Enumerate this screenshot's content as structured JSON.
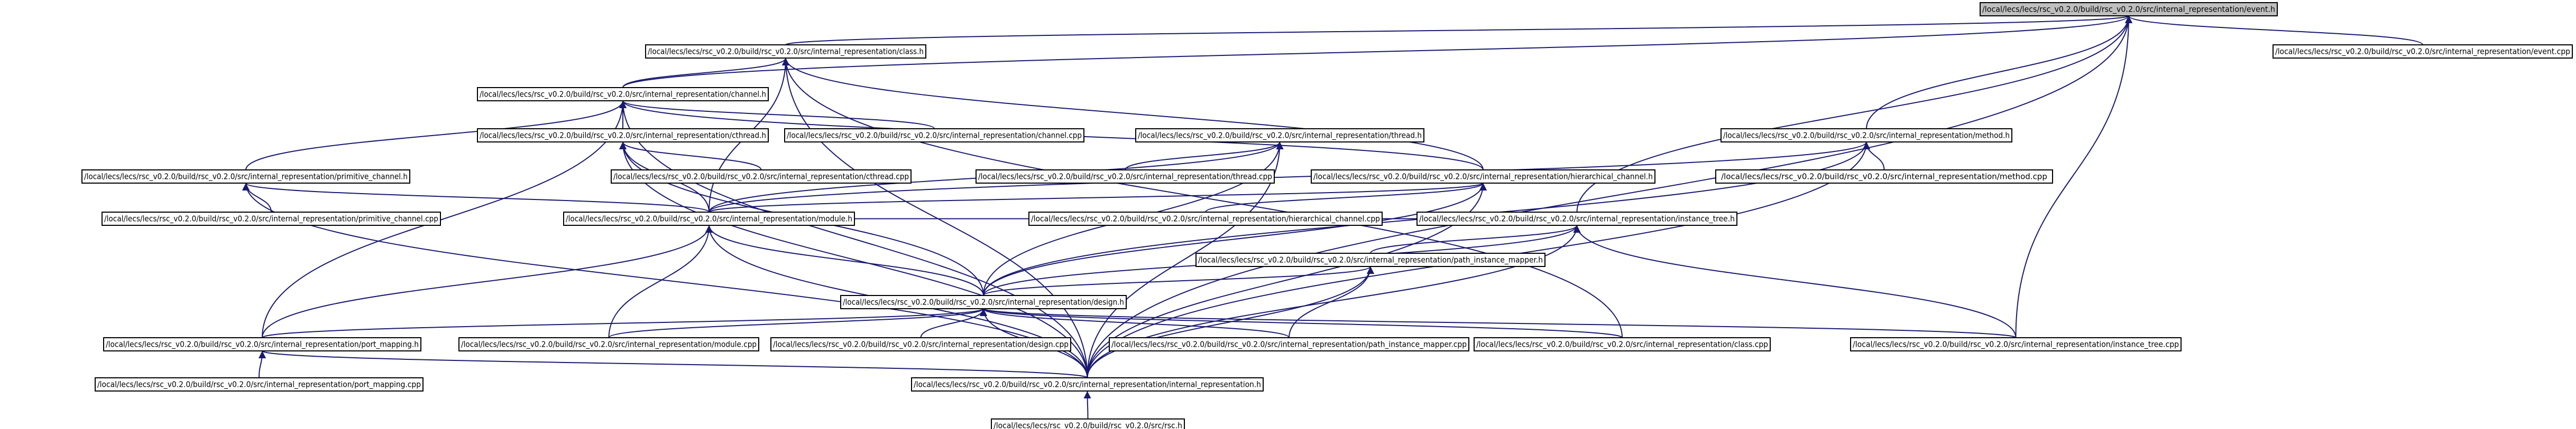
{
  "graph": {
    "nodes": [
      {
        "id": "event_h",
        "label": "/local/lecs/lecs/rsc_v0.2.0/build/rsc_v0.2.0/src/internal_representation/event.h",
        "highlight": true
      },
      {
        "id": "class_h",
        "label": "/local/lecs/lecs/rsc_v0.2.0/build/rsc_v0.2.0/src/internal_representation/class.h"
      },
      {
        "id": "event_cpp",
        "label": "/local/lecs/lecs/rsc_v0.2.0/build/rsc_v0.2.0/src/internal_representation/event.cpp"
      },
      {
        "id": "channel_h",
        "label": "/local/lecs/lecs/rsc_v0.2.0/build/rsc_v0.2.0/src/internal_representation/channel.h"
      },
      {
        "id": "cthread_h",
        "label": "/local/lecs/lecs/rsc_v0.2.0/build/rsc_v0.2.0/src/internal_representation/cthread.h"
      },
      {
        "id": "channel_cpp",
        "label": "/local/lecs/lecs/rsc_v0.2.0/build/rsc_v0.2.0/src/internal_representation/channel.cpp"
      },
      {
        "id": "thread_h",
        "label": "/local/lecs/lecs/rsc_v0.2.0/build/rsc_v0.2.0/src/internal_representation/thread.h"
      },
      {
        "id": "method_h",
        "label": "/local/lecs/lecs/rsc_v0.2.0/build/rsc_v0.2.0/src/internal_representation/method.h"
      },
      {
        "id": "primitive_channel_h",
        "label": "/local/lecs/lecs/rsc_v0.2.0/build/rsc_v0.2.0/src/internal_representation/primitive_channel.h"
      },
      {
        "id": "cthread_cpp",
        "label": "/local/lecs/lecs/rsc_v0.2.0/build/rsc_v0.2.0/src/internal_representation/cthread.cpp"
      },
      {
        "id": "thread_cpp",
        "label": "/local/lecs/lecs/rsc_v0.2.0/build/rsc_v0.2.0/src/internal_representation/thread.cpp"
      },
      {
        "id": "hierarchical_channel_h",
        "label": "/local/lecs/lecs/rsc_v0.2.0/build/rsc_v0.2.0/src/internal_representation/hierarchical_channel.h"
      },
      {
        "id": "method_cpp",
        "label": "/local/lecs/lecs/rsc_v0.2.0/build/rsc_v0.2.0/src/internal_representation/method.cpp"
      },
      {
        "id": "primitive_channel_cpp",
        "label": "/local/lecs/lecs/rsc_v0.2.0/build/rsc_v0.2.0/src/internal_representation/primitive_channel.cpp"
      },
      {
        "id": "module_h",
        "label": "/local/lecs/lecs/rsc_v0.2.0/build/rsc_v0.2.0/src/internal_representation/module.h"
      },
      {
        "id": "hierarchical_channel_cpp",
        "label": "/local/lecs/lecs/rsc_v0.2.0/build/rsc_v0.2.0/src/internal_representation/hierarchical_channel.cpp"
      },
      {
        "id": "instance_tree_h",
        "label": "/local/lecs/lecs/rsc_v0.2.0/build/rsc_v0.2.0/src/internal_representation/instance_tree.h"
      },
      {
        "id": "path_instance_mapper_h",
        "label": "/local/lecs/lecs/rsc_v0.2.0/build/rsc_v0.2.0/src/internal_representation/path_instance_mapper.h"
      },
      {
        "id": "design_h",
        "label": "/local/lecs/lecs/rsc_v0.2.0/build/rsc_v0.2.0/src/internal_representation/design.h"
      },
      {
        "id": "port_mapping_h",
        "label": "/local/lecs/lecs/rsc_v0.2.0/build/rsc_v0.2.0/src/internal_representation/port_mapping.h"
      },
      {
        "id": "module_cpp",
        "label": "/local/lecs/lecs/rsc_v0.2.0/build/rsc_v0.2.0/src/internal_representation/module.cpp"
      },
      {
        "id": "design_cpp",
        "label": "/local/lecs/lecs/rsc_v0.2.0/build/rsc_v0.2.0/src/internal_representation/design.cpp"
      },
      {
        "id": "path_instance_mapper_cpp",
        "label": "/local/lecs/lecs/rsc_v0.2.0/build/rsc_v0.2.0/src/internal_representation/path_instance_mapper.cpp"
      },
      {
        "id": "class_cpp",
        "label": "/local/lecs/lecs/rsc_v0.2.0/build/rsc_v0.2.0/src/internal_representation/class.cpp"
      },
      {
        "id": "instance_tree_cpp",
        "label": "/local/lecs/lecs/rsc_v0.2.0/build/rsc_v0.2.0/src/internal_representation/instance_tree.cpp"
      },
      {
        "id": "port_mapping_cpp",
        "label": "/local/lecs/lecs/rsc_v0.2.0/build/rsc_v0.2.0/src/internal_representation/port_mapping.cpp"
      },
      {
        "id": "internal_representation_h",
        "label": "/local/lecs/lecs/rsc_v0.2.0/build/rsc_v0.2.0/src/internal_representation/internal_representation.h"
      },
      {
        "id": "rsc_h",
        "label": "/local/lecs/lecs/rsc_v0.2.0/build/rsc_v0.2.0/src/rsc.h"
      }
    ],
    "edges": [
      [
        "class_h",
        "event_h"
      ],
      [
        "event_cpp",
        "event_h"
      ],
      [
        "channel_h",
        "event_h"
      ],
      [
        "method_h",
        "event_h"
      ],
      [
        "instance_tree_h",
        "event_h"
      ],
      [
        "internal_representation_h",
        "event_h"
      ],
      [
        "instance_tree_cpp",
        "event_h"
      ],
      [
        "channel_h",
        "class_h"
      ],
      [
        "module_h",
        "class_h"
      ],
      [
        "hierarchical_channel_h",
        "class_h"
      ],
      [
        "class_cpp",
        "class_h"
      ],
      [
        "internal_representation_h",
        "class_h"
      ],
      [
        "cthread_h",
        "channel_h"
      ],
      [
        "channel_cpp",
        "channel_h"
      ],
      [
        "primitive_channel_h",
        "channel_h"
      ],
      [
        "hierarchical_channel_h",
        "channel_h"
      ],
      [
        "port_mapping_h",
        "channel_h"
      ],
      [
        "internal_representation_h",
        "channel_h"
      ],
      [
        "cthread_cpp",
        "cthread_h"
      ],
      [
        "module_h",
        "cthread_h"
      ],
      [
        "design_h",
        "cthread_h"
      ],
      [
        "internal_representation_h",
        "cthread_h"
      ],
      [
        "thread_cpp",
        "thread_h"
      ],
      [
        "module_h",
        "thread_h"
      ],
      [
        "design_h",
        "thread_h"
      ],
      [
        "internal_representation_h",
        "thread_h"
      ],
      [
        "method_cpp",
        "method_h"
      ],
      [
        "module_h",
        "method_h"
      ],
      [
        "design_h",
        "method_h"
      ],
      [
        "internal_representation_h",
        "method_h"
      ],
      [
        "primitive_channel_cpp",
        "primitive_channel_h"
      ],
      [
        "module_h",
        "primitive_channel_h"
      ],
      [
        "internal_representation_h",
        "primitive_channel_h"
      ],
      [
        "hierarchical_channel_cpp",
        "hierarchical_channel_h"
      ],
      [
        "module_h",
        "hierarchical_channel_h"
      ],
      [
        "design_h",
        "hierarchical_channel_h"
      ],
      [
        "internal_representation_h",
        "hierarchical_channel_h"
      ],
      [
        "module_cpp",
        "module_h"
      ],
      [
        "design_h",
        "module_h"
      ],
      [
        "port_mapping_h",
        "module_h"
      ],
      [
        "instance_tree_h",
        "module_h"
      ],
      [
        "internal_representation_h",
        "module_h"
      ],
      [
        "path_instance_mapper_h",
        "instance_tree_h"
      ],
      [
        "design_h",
        "instance_tree_h"
      ],
      [
        "instance_tree_cpp",
        "instance_tree_h"
      ],
      [
        "internal_representation_h",
        "instance_tree_h"
      ],
      [
        "design_h",
        "path_instance_mapper_h"
      ],
      [
        "path_instance_mapper_cpp",
        "path_instance_mapper_h"
      ],
      [
        "internal_representation_h",
        "path_instance_mapper_h"
      ],
      [
        "port_mapping_h",
        "design_h"
      ],
      [
        "module_cpp",
        "design_h"
      ],
      [
        "design_cpp",
        "design_h"
      ],
      [
        "path_instance_mapper_cpp",
        "design_h"
      ],
      [
        "class_cpp",
        "design_h"
      ],
      [
        "instance_tree_cpp",
        "design_h"
      ],
      [
        "internal_representation_h",
        "design_h"
      ],
      [
        "port_mapping_cpp",
        "port_mapping_h"
      ],
      [
        "internal_representation_h",
        "port_mapping_h"
      ],
      [
        "rsc_h",
        "internal_representation_h"
      ]
    ]
  }
}
